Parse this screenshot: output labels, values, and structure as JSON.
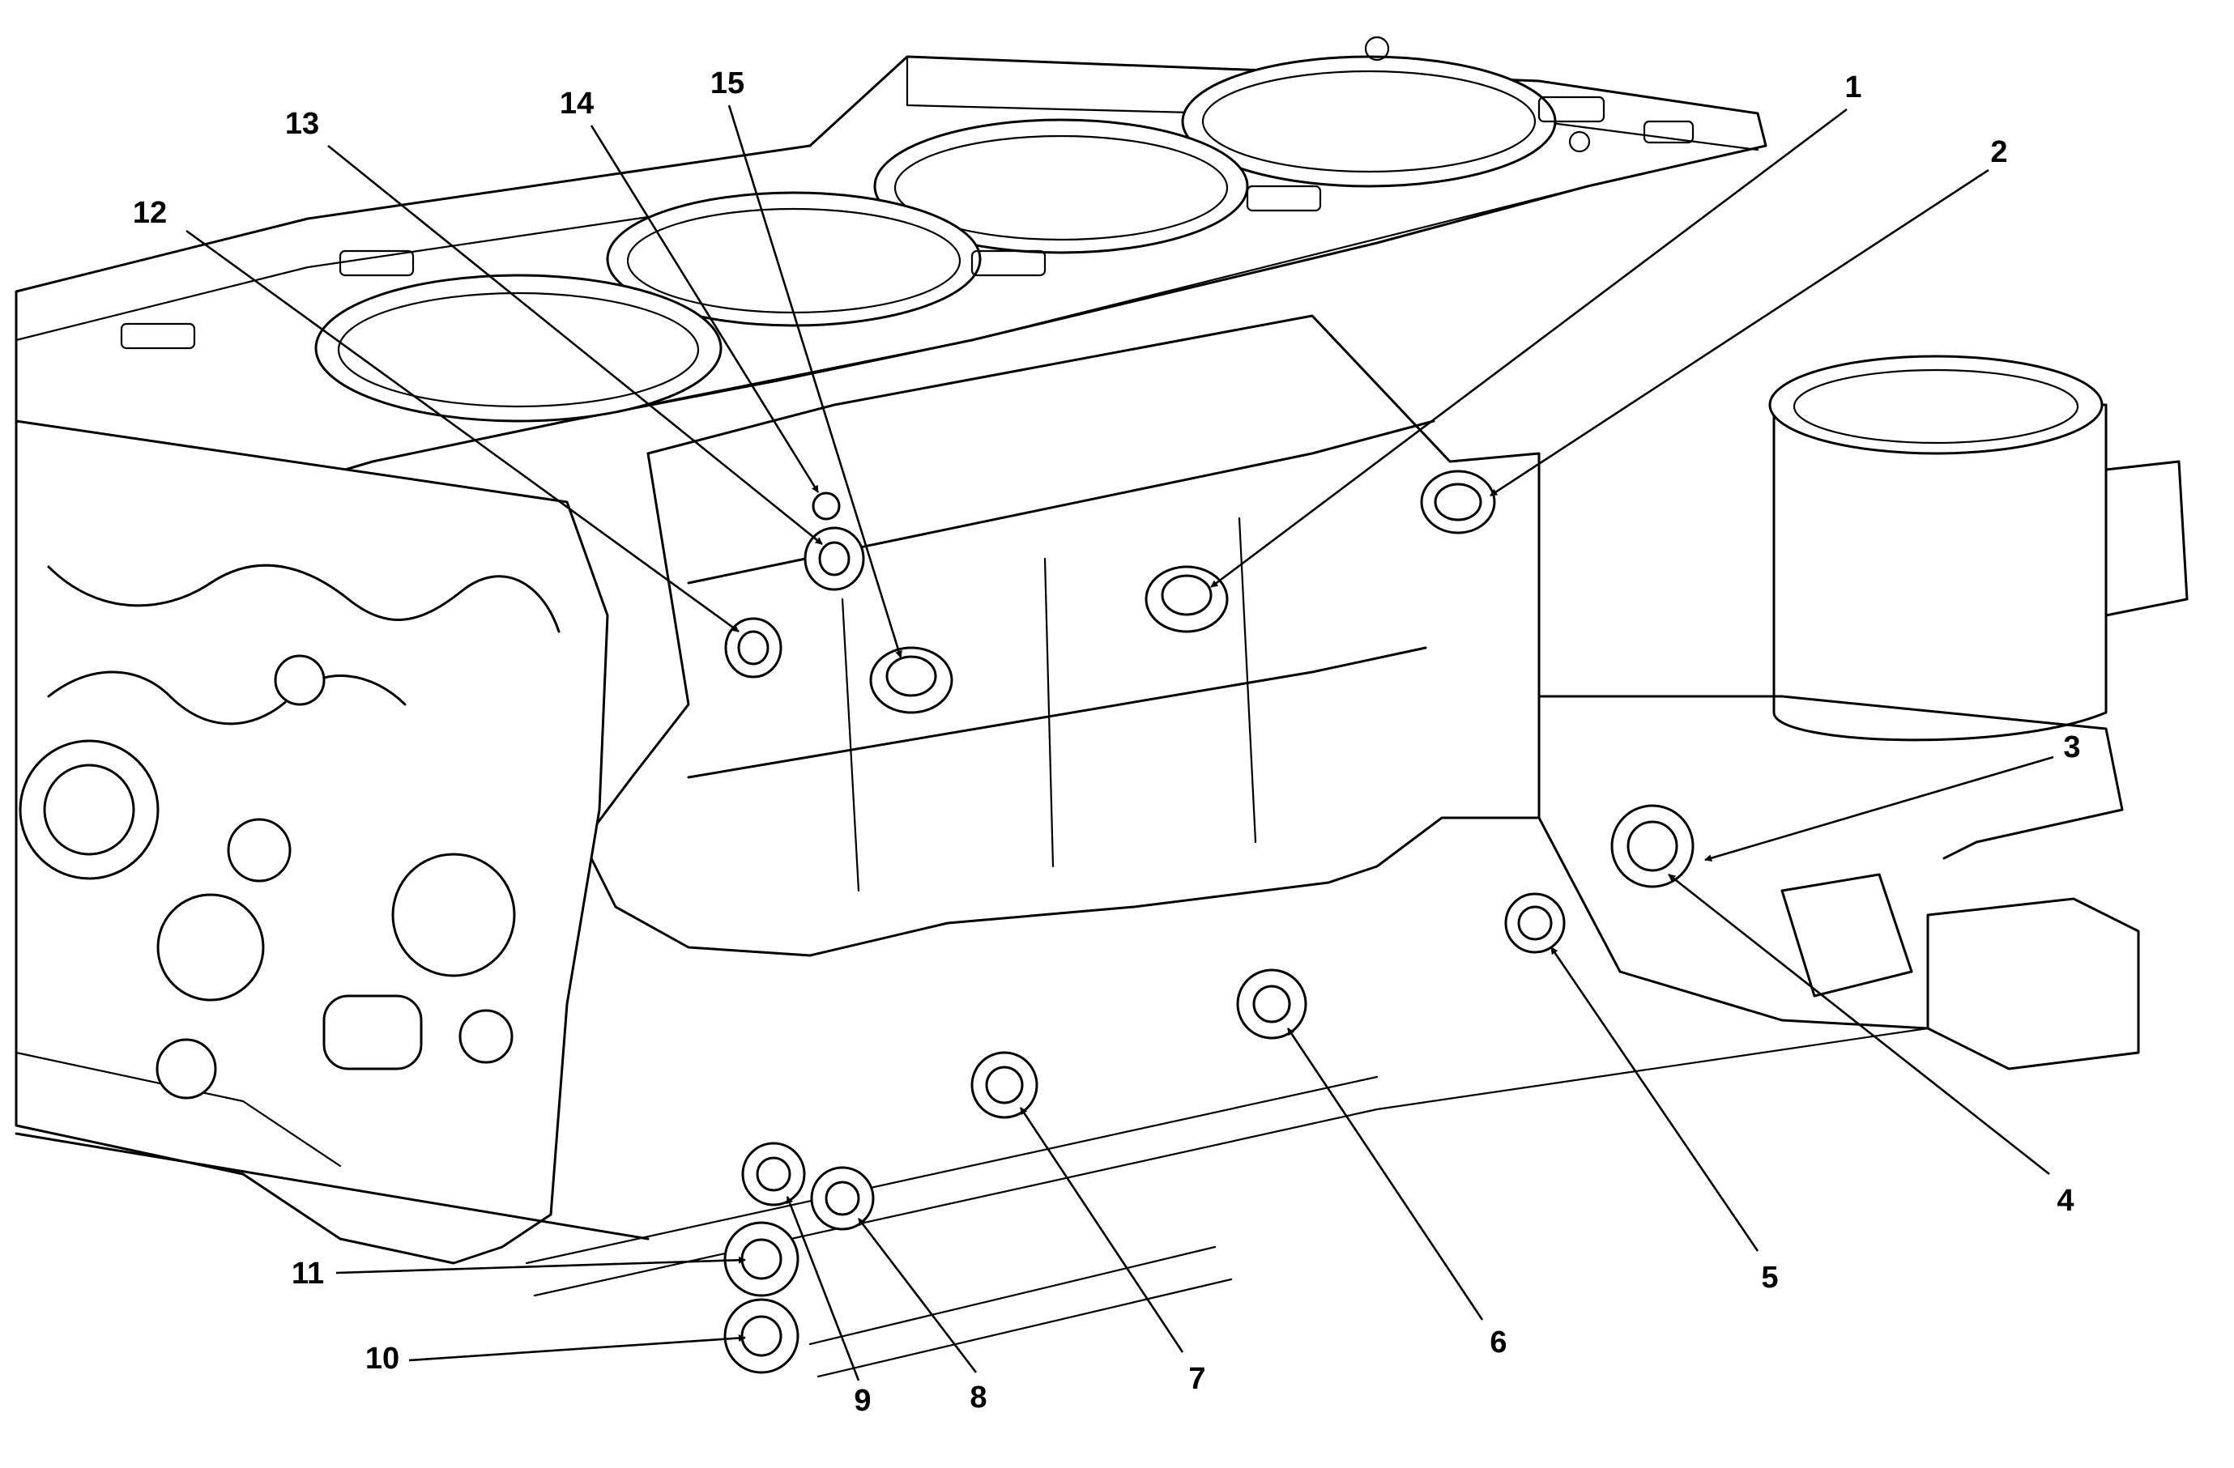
{
  "figure": {
    "subject": "engine block bolt hole locations",
    "callouts": [
      {
        "label": "1"
      },
      {
        "label": "2"
      },
      {
        "label": "3"
      },
      {
        "label": "4"
      },
      {
        "label": "5"
      },
      {
        "label": "6"
      },
      {
        "label": "7"
      },
      {
        "label": "8"
      },
      {
        "label": "9"
      },
      {
        "label": "10"
      },
      {
        "label": "11"
      },
      {
        "label": "12"
      },
      {
        "label": "13"
      },
      {
        "label": "14"
      },
      {
        "label": "15"
      }
    ]
  }
}
